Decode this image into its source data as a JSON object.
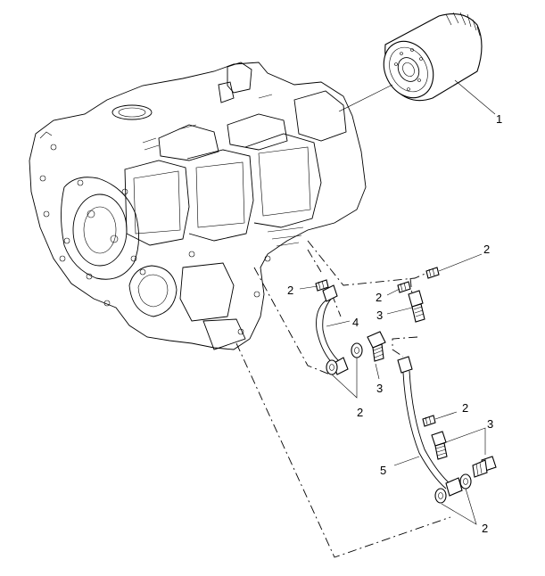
{
  "callouts": {
    "oil_filter": "1",
    "gasket_upper_right": "2",
    "gasket_upper_left": "2",
    "gasket_upper_mid": "2",
    "bolt_upper": "3",
    "oil_line_front": "4",
    "bolt_mid": "3",
    "washers_front": "2",
    "gasket_lower": "2",
    "bolts_lower": "3",
    "oil_line_rear": "5",
    "washers_lower": "2"
  },
  "colors": {
    "line": "#000000",
    "background": "#ffffff"
  }
}
